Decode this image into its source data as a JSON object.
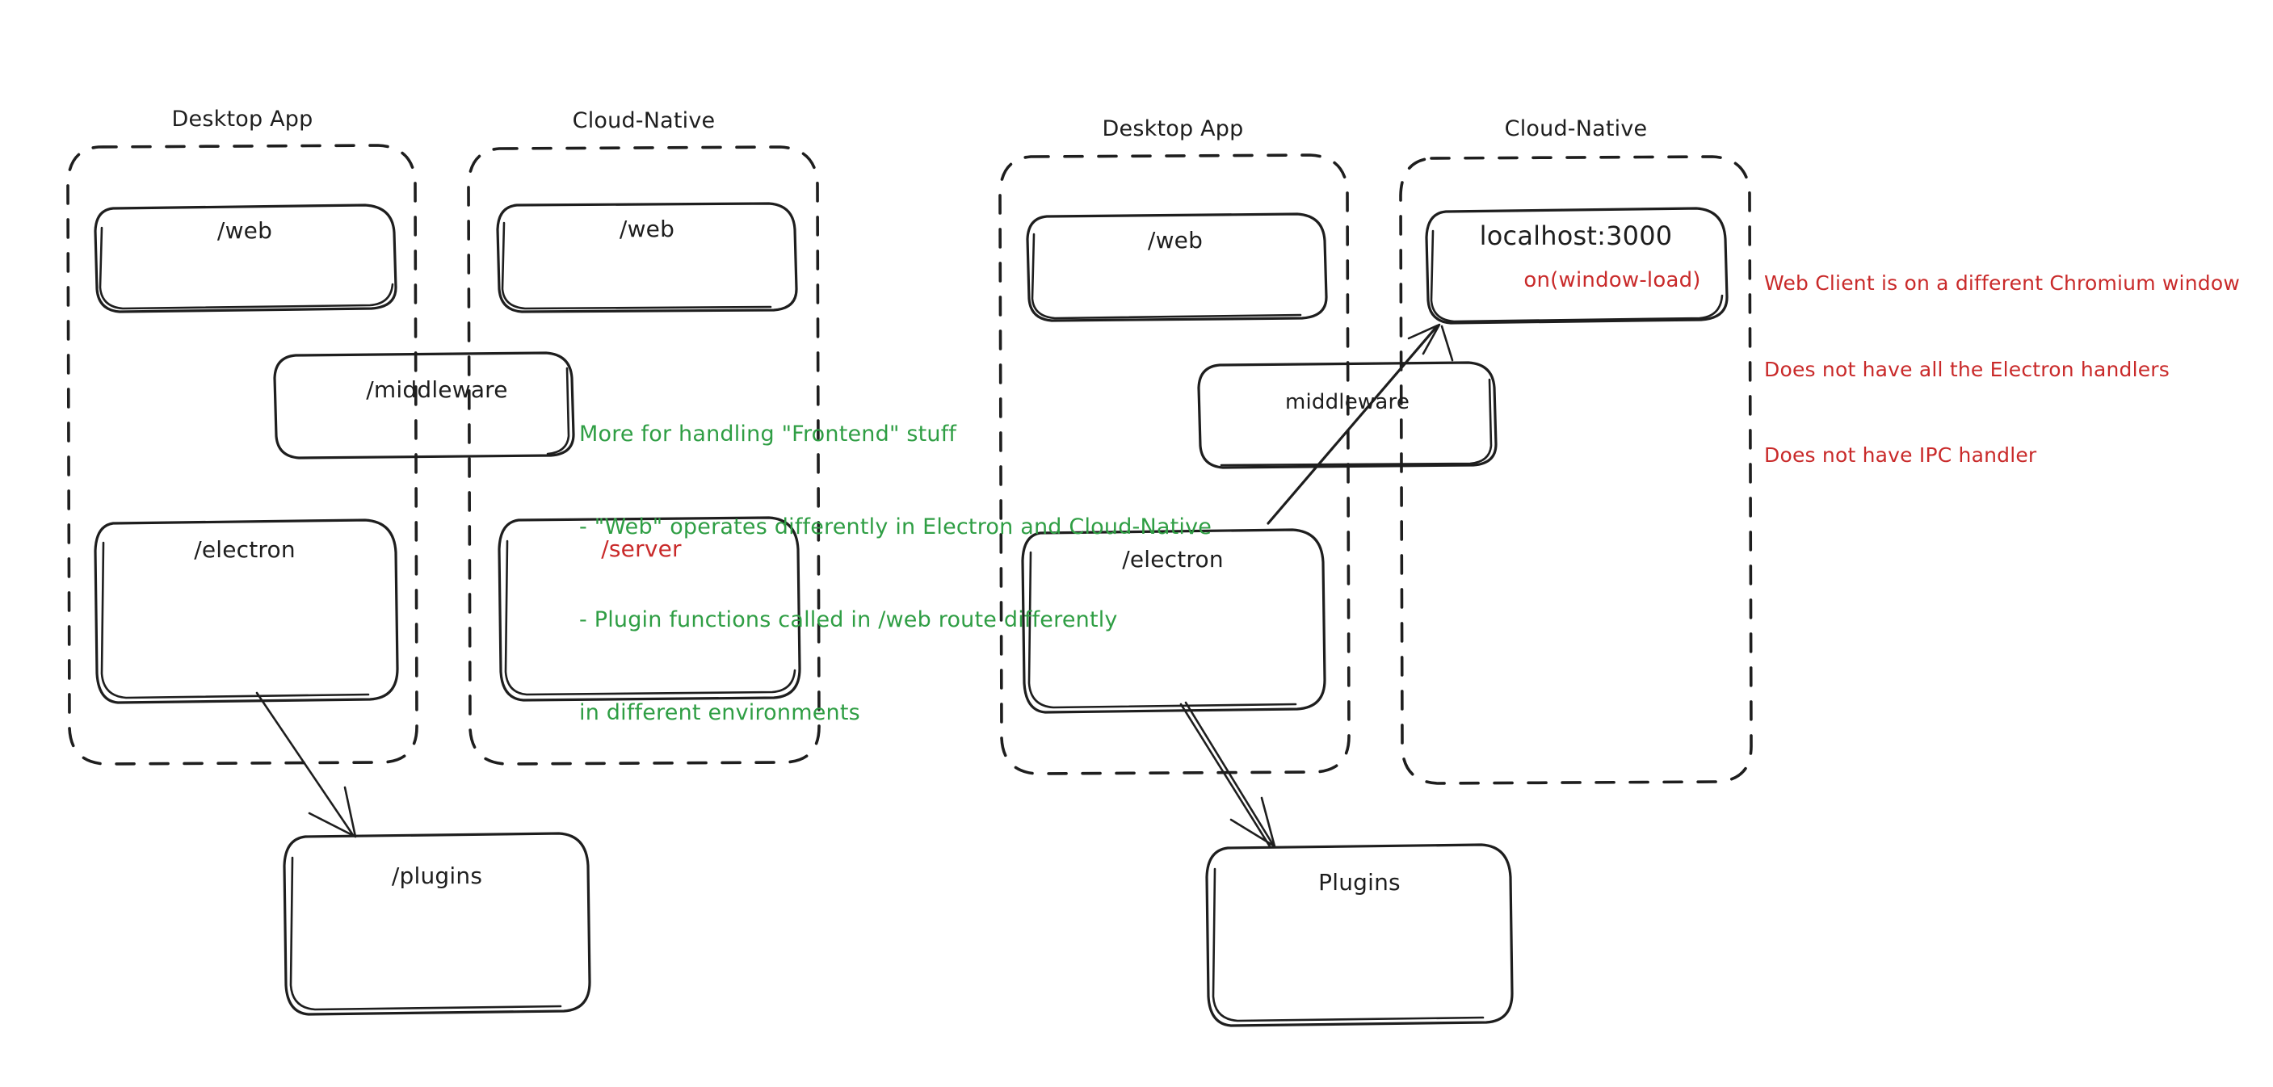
{
  "canvas": {
    "background": "#ffffff",
    "stroke_color": "#1e1e1e",
    "red_color": "#c92a2a",
    "green_color": "#2f9e44"
  },
  "left_diagram": {
    "groups": [
      {
        "label": "Desktop App"
      },
      {
        "label": "Cloud-Native"
      }
    ],
    "nodes": [
      {
        "id": "left-desktop-web",
        "label": "/web",
        "color": "black"
      },
      {
        "id": "left-cloud-web",
        "label": "/web",
        "color": "black"
      },
      {
        "id": "left-middleware",
        "label": "/middleware",
        "color": "black"
      },
      {
        "id": "left-electron",
        "label": "/electron",
        "color": "black"
      },
      {
        "id": "left-server",
        "label": "/server",
        "color": "red"
      },
      {
        "id": "left-plugins",
        "label": "/plugins",
        "color": "black"
      }
    ],
    "annotation": {
      "color": "#2f9e44",
      "lines": [
        "More for handling \"Frontend\" stuff",
        "- \"Web\" operates differently in Electron and Cloud-Native",
        "- Plugin functions called in /web route differently",
        "in different environments"
      ]
    },
    "edges": [
      {
        "from": "left-electron",
        "to": "left-plugins"
      }
    ]
  },
  "right_diagram": {
    "groups": [
      {
        "label": "Desktop App"
      },
      {
        "label": "Cloud-Native"
      }
    ],
    "nodes": [
      {
        "id": "right-desktop-web",
        "label": "/web",
        "color": "black"
      },
      {
        "id": "right-localhost",
        "label": "localhost:3000",
        "sublabel": "on(window-load)",
        "color": "black",
        "sublabel_color": "red"
      },
      {
        "id": "right-middleware",
        "label": "middleware",
        "color": "black"
      },
      {
        "id": "right-electron",
        "label": "/electron",
        "color": "black"
      },
      {
        "id": "right-plugins",
        "label": "Plugins",
        "color": "black"
      }
    ],
    "annotation": {
      "color": "#c92a2a",
      "lines": [
        "Web Client is on a different Chromium window",
        "Does not have all the Electron handlers",
        "Does not have IPC handler"
      ]
    },
    "edges": [
      {
        "from": "right-electron",
        "to": "right-localhost"
      },
      {
        "from": "right-electron",
        "to": "right-plugins"
      }
    ]
  }
}
